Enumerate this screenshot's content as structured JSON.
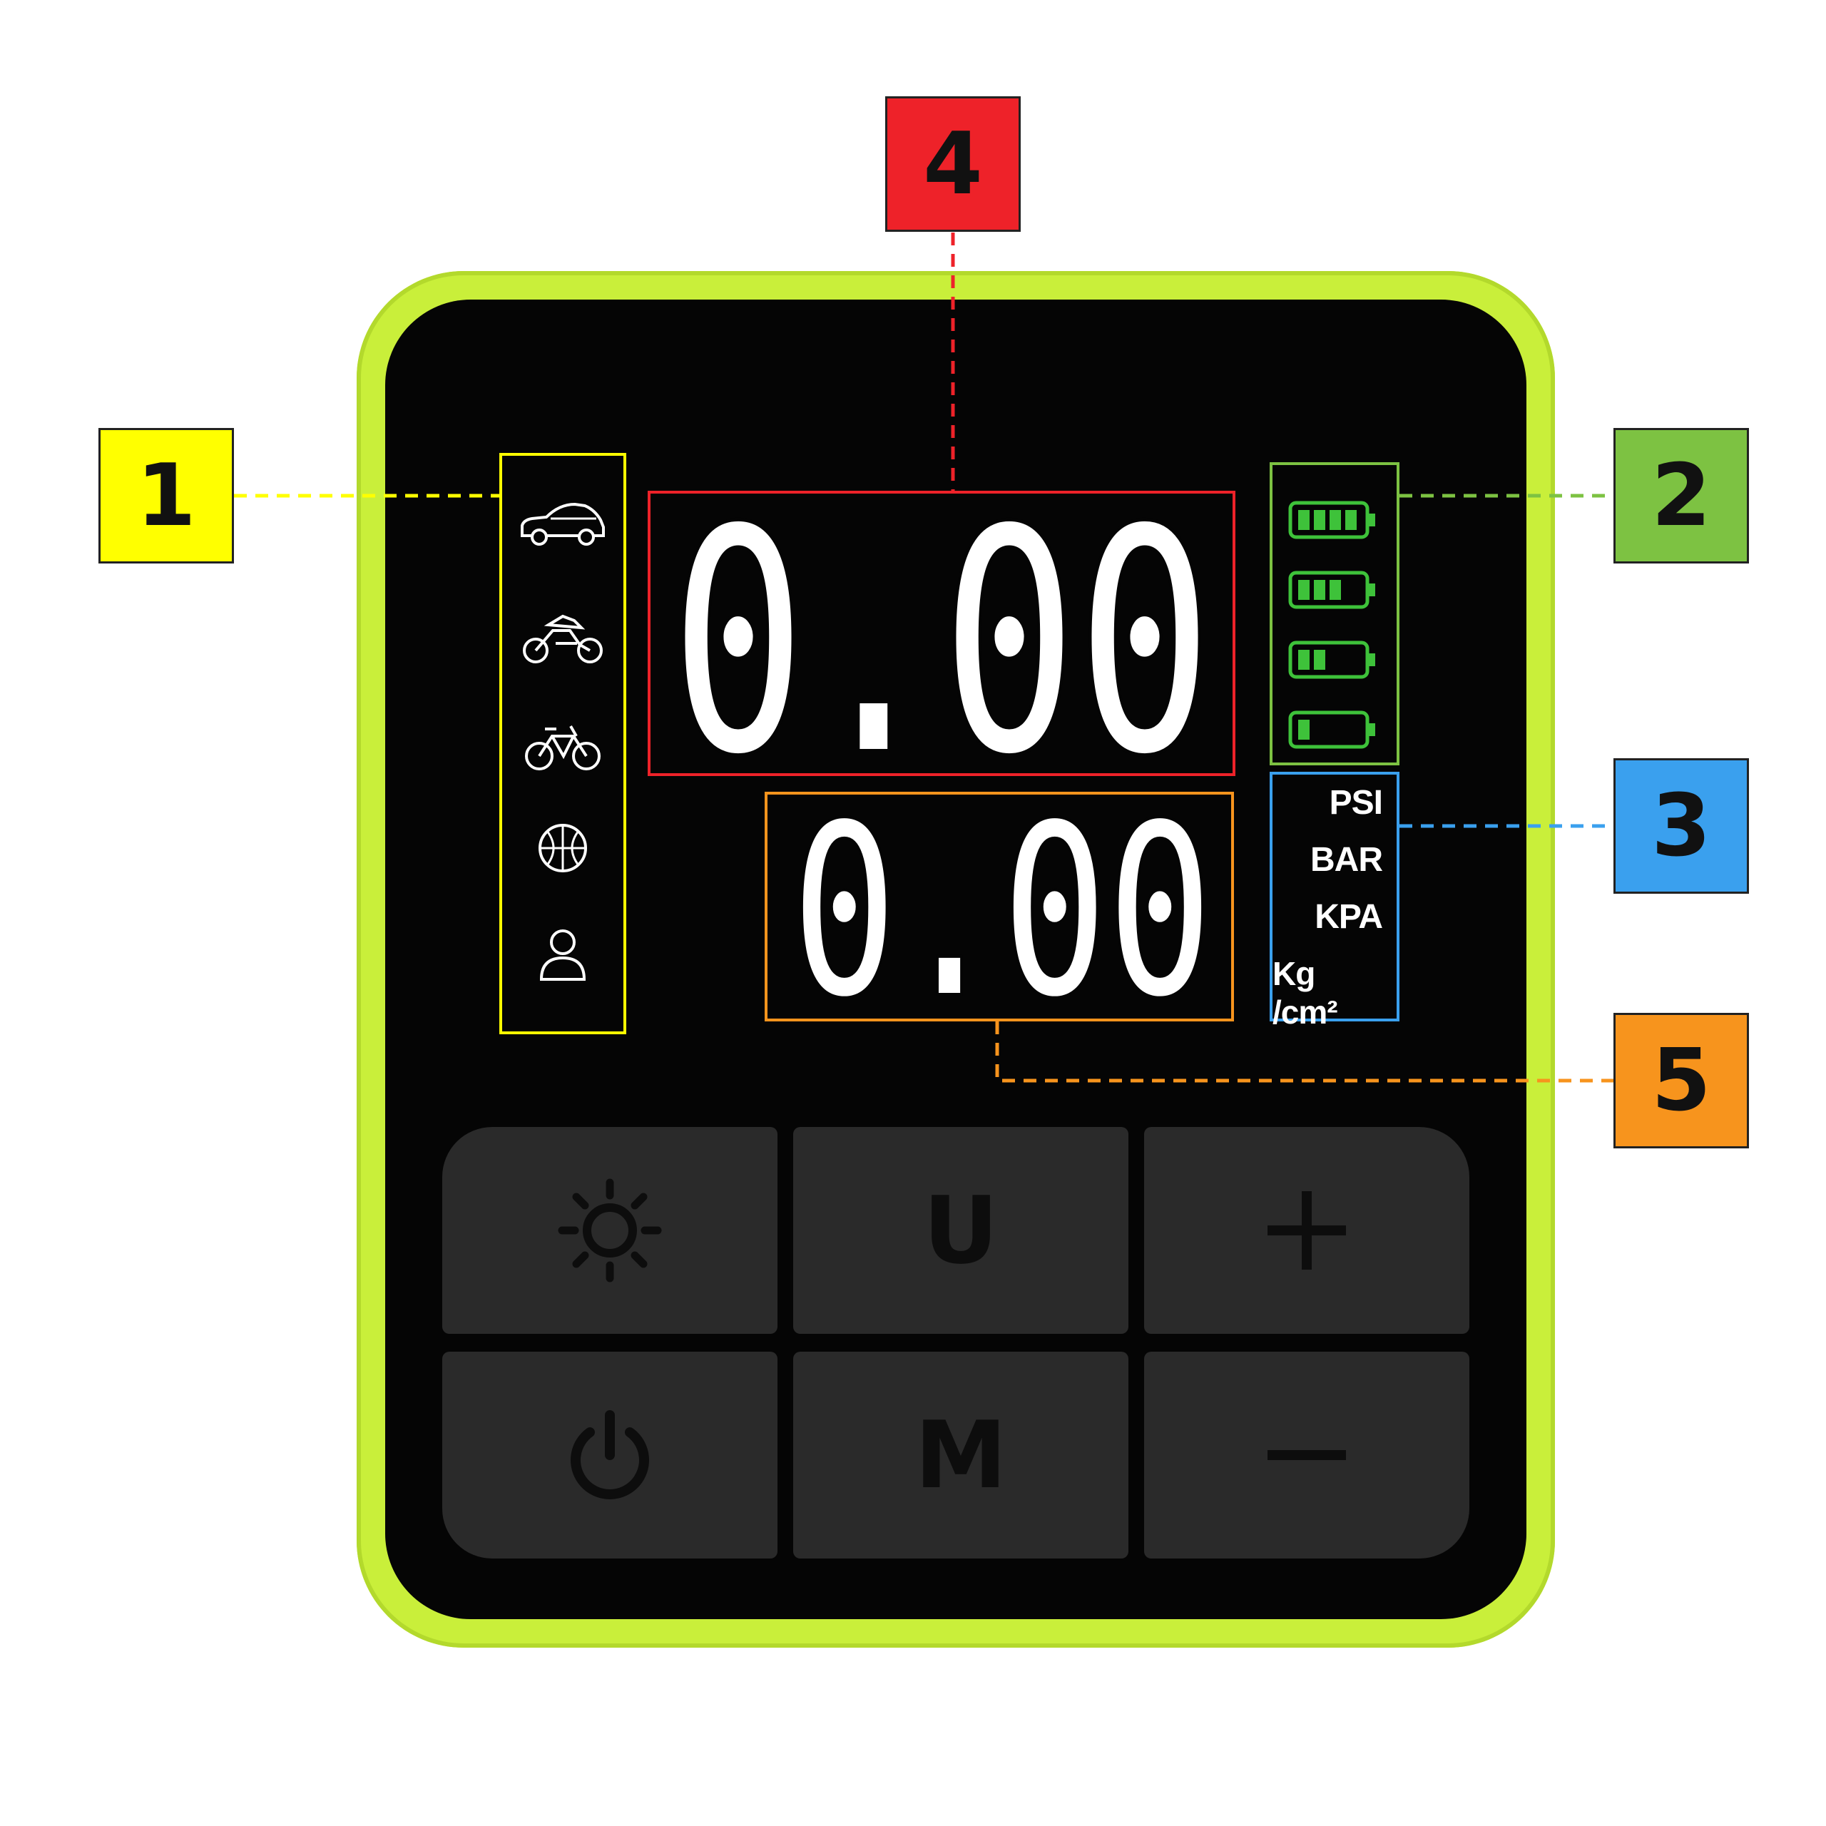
{
  "callouts": {
    "mode": {
      "number": "1",
      "color": "#ffff00"
    },
    "battery": {
      "number": "2",
      "color": "#7dc242"
    },
    "units": {
      "number": "3",
      "color": "#3aa0ee"
    },
    "target": {
      "number": "4",
      "color": "#ee2229"
    },
    "current": {
      "number": "5",
      "color": "#f7941d"
    }
  },
  "mode_icons": [
    "car-icon",
    "motorcycle-icon",
    "bicycle-icon",
    "ball-icon",
    "person-icon"
  ],
  "battery_levels": [
    4,
    3,
    2,
    1
  ],
  "displays": {
    "main_value": "0.00",
    "secondary_value": "0.00"
  },
  "units": [
    "PSI",
    "BAR",
    "KPA",
    "Kg /cm²"
  ],
  "buttons": {
    "unit_label": "U",
    "mode_label": "M",
    "icons": [
      "light-icon",
      "unit-button",
      "plus-icon",
      "power-icon",
      "mode-button",
      "minus-icon"
    ]
  },
  "colors": {
    "body": "#c9ef3a",
    "screen": "#050505",
    "button": "#2a2a2a",
    "battery": "#3ec23a"
  }
}
